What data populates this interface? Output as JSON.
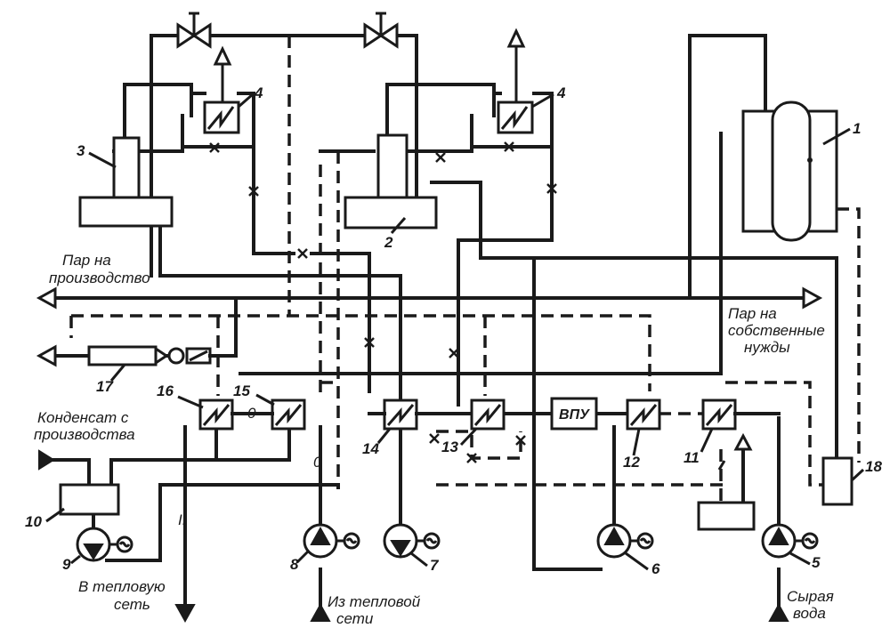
{
  "labels": {
    "steam_production_1": "Пар на",
    "steam_production_2": "производство",
    "steam_own_1": "Пар на",
    "steam_own_2": "собственные",
    "steam_own_3": "нужды",
    "condensate_1": "Конденсат с",
    "condensate_2": "производства",
    "to_heat_net_1": "В тепловую",
    "to_heat_net_2": "сеть",
    "from_heat_net_1": "Из тепловой",
    "from_heat_net_2": "сети",
    "raw_water_1": "Сырая",
    "raw_water_2": "вода",
    "vpu": "ВПУ"
  },
  "numbers": {
    "n1": "1",
    "n2": "2",
    "n3": "3",
    "n4a": "4",
    "n4b": "4",
    "n5": "5",
    "n6": "6",
    "n7": "7",
    "n8": "8",
    "n9": "9",
    "n10": "10",
    "n11": "11",
    "n12": "12",
    "n13": "13",
    "n14": "14",
    "n15": "15",
    "n16": "16",
    "n17": "17",
    "n18": "18"
  },
  "marks": {
    "p0a": "0",
    "p0b": "0",
    "pII": "II"
  }
}
